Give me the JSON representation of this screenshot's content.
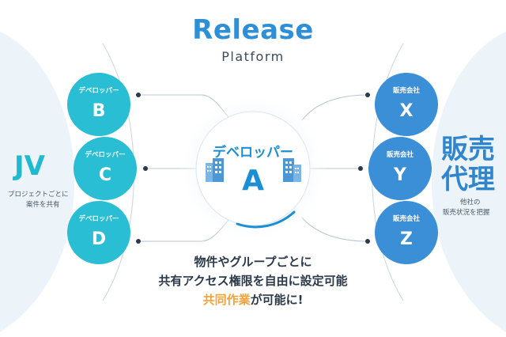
{
  "logo": {
    "word": "Release",
    "sub": "Platform"
  },
  "center": {
    "label": "デベロッパー",
    "letter": "A"
  },
  "left": {
    "group_title": "JV",
    "group_desc": [
      "プロジェクトごとに",
      "案件を共有"
    ],
    "nodes": [
      {
        "label": "デベロッパー",
        "letter": "B"
      },
      {
        "label": "デベロッパー",
        "letter": "C"
      },
      {
        "label": "デベロッパー",
        "letter": "D"
      }
    ]
  },
  "right": {
    "group_title": [
      "販売",
      "代理"
    ],
    "group_desc": [
      "他社の",
      "販売状況を把握"
    ],
    "nodes": [
      {
        "label": "販売会社",
        "letter": "X"
      },
      {
        "label": "販売会社",
        "letter": "Y"
      },
      {
        "label": "販売会社",
        "letter": "Z"
      }
    ]
  },
  "message": {
    "line1": "物件やグループごとに",
    "line2": "共有アクセス権限を自由に設定可能",
    "line3_highlight": "共同作業",
    "line3_rest": "が可能に!"
  },
  "colors": {
    "left_bubble": "#29bed3",
    "right_bubble": "#3b8fd6",
    "accent": "#1a8fd6",
    "highlight": "#f2a23a",
    "text_dark": "#2b3a4a"
  }
}
